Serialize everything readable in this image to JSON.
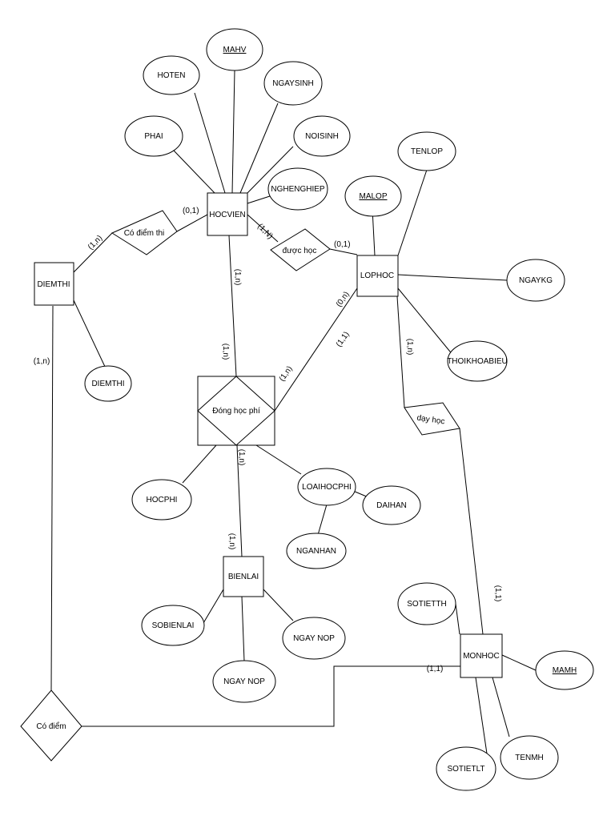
{
  "entities": {
    "hocvien": "HOCVIEN",
    "lophoc": "LOPHOC",
    "diemthi": "DIEMTHI",
    "bienlai": "BIENLAI",
    "monhoc": "MONHOC"
  },
  "relationships": {
    "co_diem_thi": "Có điểm thi",
    "duoc_hoc": "được học",
    "dong_hoc_phi": "Đóng học phí",
    "day_hoc": "dạy học",
    "co_diem": "Có điểm"
  },
  "attributes": {
    "mahv": "MAHV",
    "hoten": "HOTEN",
    "ngaysinh": "NGAYSINH",
    "phai": "PHAI",
    "noisinh": "NOISINH",
    "nghenghiep": "NGHENGHIEP",
    "tenlop": "TENLOP",
    "malop": "MALOP",
    "ngaykg": "NGAYKG",
    "thoikhoabieu": "THOIKHOABIEU",
    "diemthi_attr": "DIEMTHI",
    "hocphi": "HOCPHI",
    "loaihocphi": "LOAIHOCPHI",
    "daihan": "DAIHAN",
    "nganhan": "NGANHAN",
    "sobienlai": "SOBIENLAI",
    "ngay_nop_1": "NGAY NOP",
    "ngay_nop_2": "NGAY NOP",
    "sotietth": "SOTIETTH",
    "mamh": "MAMH",
    "sotietlt": "SOTIETLT",
    "tenmh": "TENMH"
  },
  "cardinalities": {
    "hv_codiemthi": "(0,1)",
    "dt_codiemthi": "(1,n)",
    "hv_duochoc": "(1,N)",
    "lh_duochoc": "(0,1)",
    "hv_donghocphi_top": "(1,n)",
    "hv_donghocphi_bottom": "(1,n)",
    "lh_donghocphi_top": "(0,n)",
    "lh_donghocphi_mid": "(1,1)",
    "dhp_lh": "(1,n)",
    "dhp_bl_top": "(1,n)",
    "dhp_bl_bottom": "(1,n)",
    "lh_dayhoc": "(1,n)",
    "mh_dayhoc": "(1,1)",
    "dt_codiem": "(1,n)",
    "mh_codiem": "(1,1)"
  }
}
